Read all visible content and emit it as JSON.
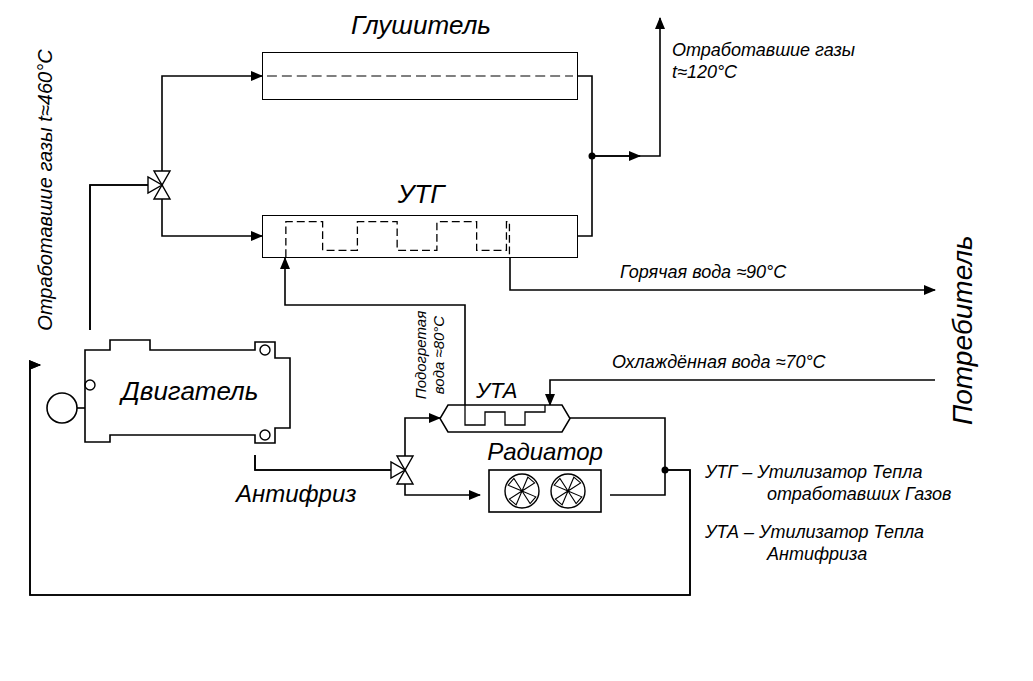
{
  "diagram": {
    "nodes": [
      {
        "text": [
          "Глушитель"
        ]
      },
      {
        "text": [
          "УТГ"
        ]
      },
      {
        "text": [
          "Двигатель"
        ]
      },
      {
        "text": [
          "УТА"
        ]
      },
      {
        "text": [
          "Радиатор"
        ]
      },
      {
        "text": [
          "Потребитель"
        ]
      }
    ],
    "edges": [
      {
        "from": 2,
        "to": 0,
        "arrow": "to"
      },
      {
        "from": 2,
        "to": 1,
        "arrow": "to"
      },
      {
        "from": 1,
        "to": 5,
        "arrow": "to"
      },
      {
        "from": 5,
        "to": 3,
        "arrow": "to"
      },
      {
        "from": 3,
        "to": 1,
        "arrow": "to"
      },
      {
        "from": 2,
        "to": 3,
        "arrow": "to"
      },
      {
        "from": 2,
        "to": 4,
        "arrow": "to"
      },
      {
        "from": 3,
        "to": 2,
        "arrow": "to"
      },
      {
        "from": 4,
        "to": 2,
        "arrow": "to"
      }
    ],
    "labels": [
      "Отработавшие газы t≈460°C",
      "Отработавшие газы t≈120°C",
      "Горячая вода ≈90°C",
      "Подогретая вода ≈80°C",
      "Охлаждённая вода ≈70°C",
      "Антифриз",
      "УТГ – Утилизатор Тепла отработавших Газов",
      "УТА – Утилизатор Тепла Антифриза"
    ]
  }
}
